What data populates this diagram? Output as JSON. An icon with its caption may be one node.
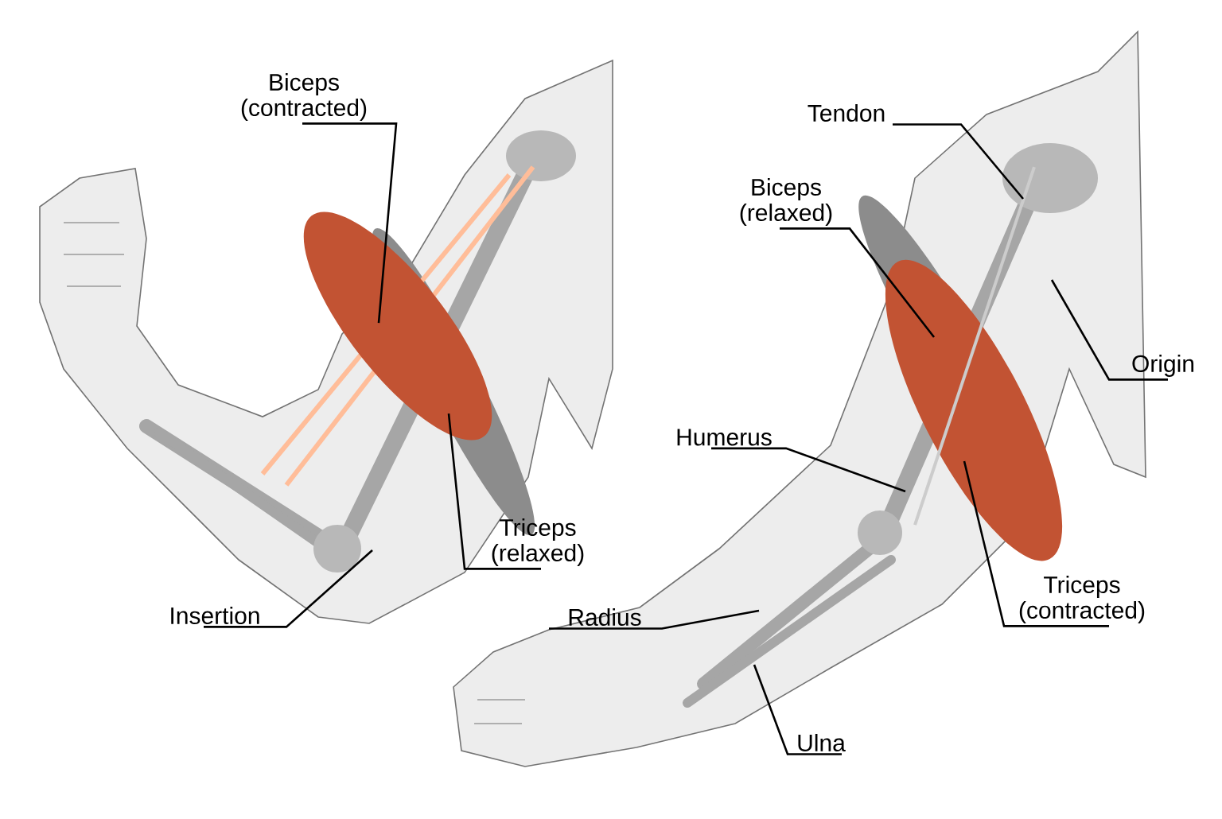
{
  "diagram": {
    "nodes": [
      {
        "text": [
          "Biceps (contracted)"
        ]
      },
      {
        "text": [
          "Tendon"
        ]
      },
      {
        "text": [
          "Biceps (relaxed)"
        ]
      },
      {
        "text": [
          "Origin"
        ]
      },
      {
        "text": [
          "Humerus"
        ]
      },
      {
        "text": [
          "Triceps (relaxed)"
        ]
      },
      {
        "text": [
          "Triceps (contracted)"
        ]
      },
      {
        "text": [
          "Insertion"
        ]
      },
      {
        "text": [
          "Radius"
        ]
      },
      {
        "text": [
          "Ulna"
        ]
      }
    ],
    "edges": [
      {
        "from": 0,
        "to": null,
        "arrow": "none"
      },
      {
        "from": 1,
        "to": null,
        "arrow": "none"
      },
      {
        "from": 2,
        "to": null,
        "arrow": "none"
      },
      {
        "from": 3,
        "to": null,
        "arrow": "none"
      },
      {
        "from": 4,
        "to": null,
        "arrow": "none"
      },
      {
        "from": 5,
        "to": null,
        "arrow": "none"
      },
      {
        "from": 6,
        "to": null,
        "arrow": "none"
      },
      {
        "from": 7,
        "to": null,
        "arrow": "none"
      },
      {
        "from": 8,
        "to": null,
        "arrow": "none"
      },
      {
        "from": 9,
        "to": null,
        "arrow": "none"
      }
    ]
  }
}
